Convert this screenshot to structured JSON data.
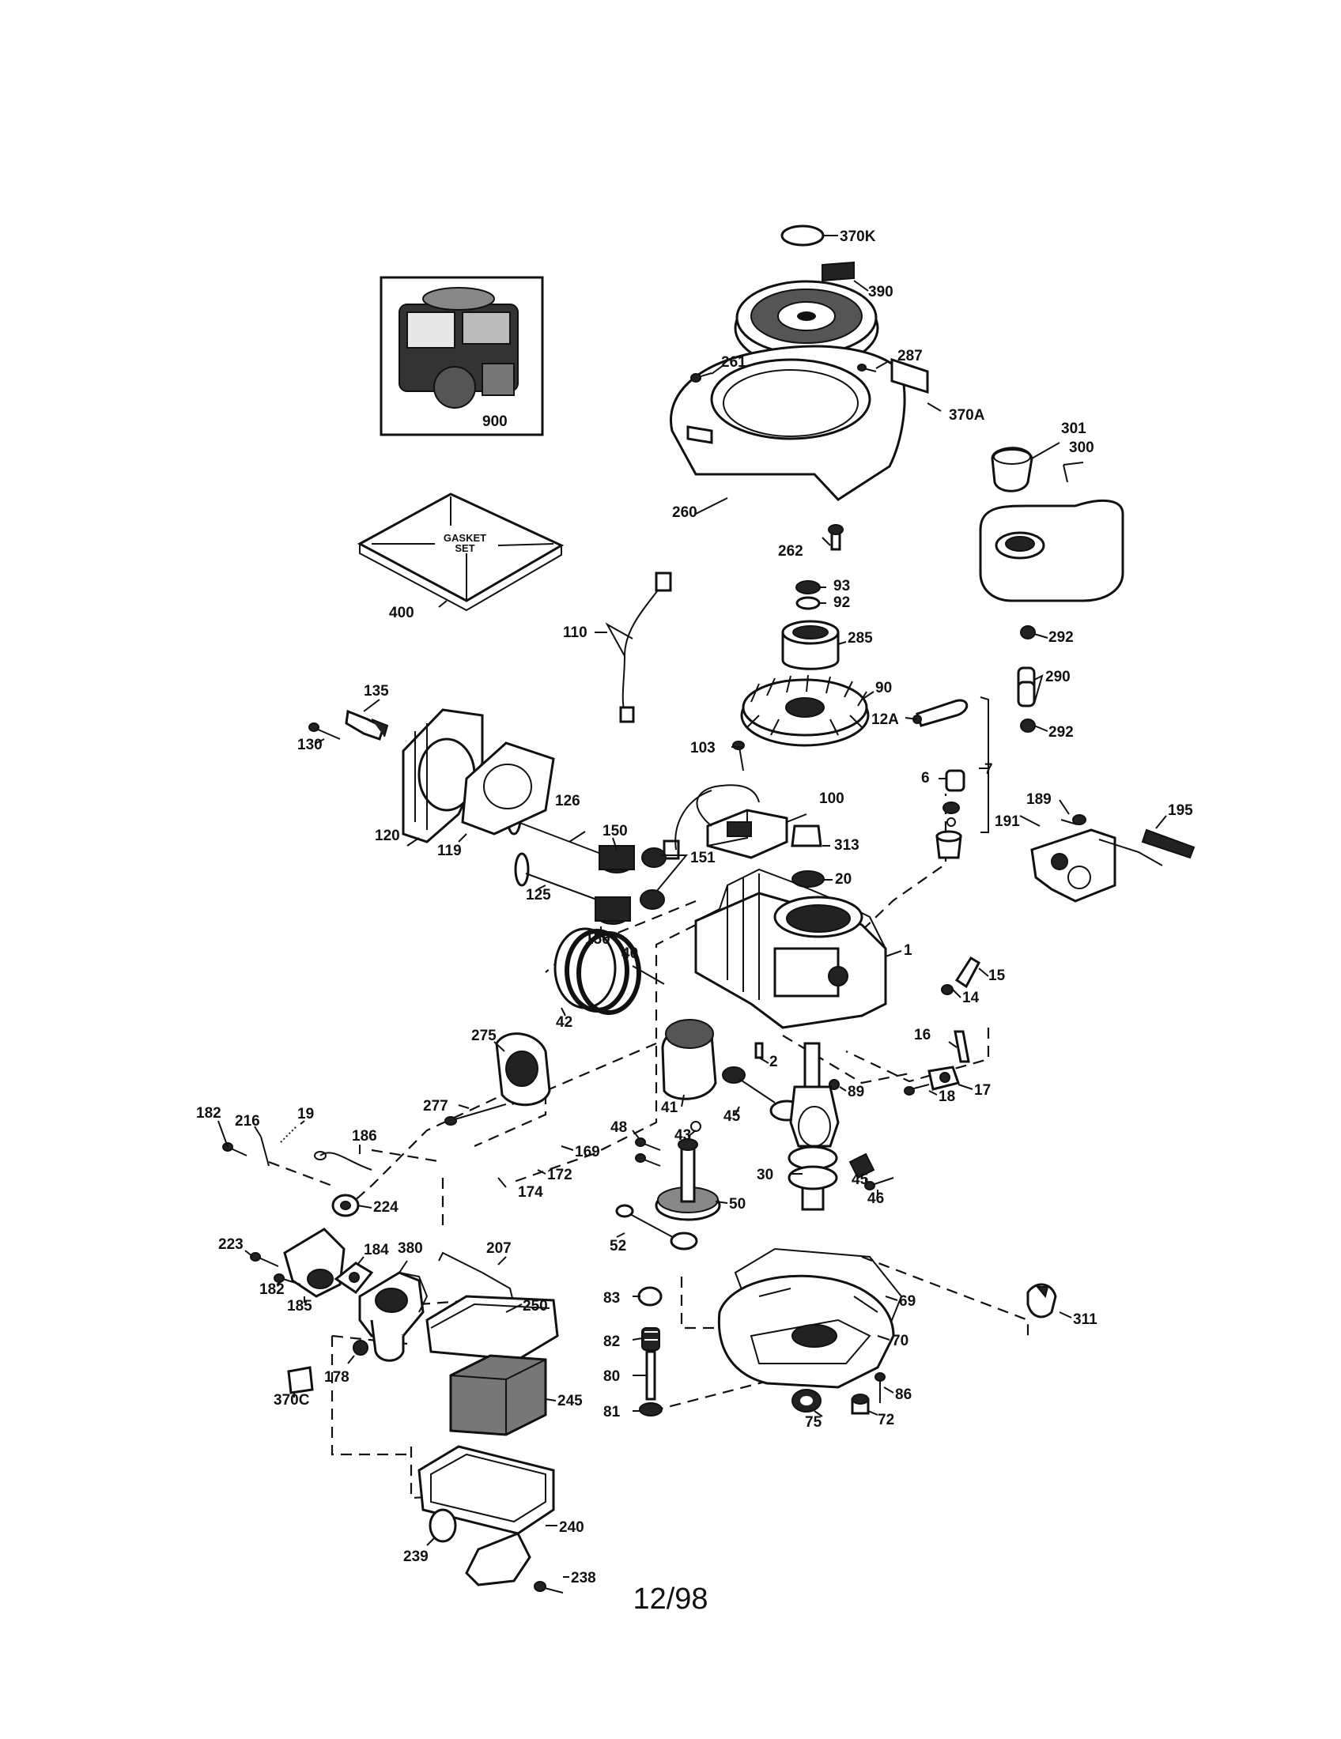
{
  "page": {
    "footer_date": "12/98"
  },
  "gasket_set_label": [
    "GASKET",
    "SET"
  ],
  "parts": [
    {
      "id": "370K"
    },
    {
      "id": "390"
    },
    {
      "id": "261"
    },
    {
      "id": "287"
    },
    {
      "id": "370A"
    },
    {
      "id": "900"
    },
    {
      "id": "301"
    },
    {
      "id": "300"
    },
    {
      "id": "260"
    },
    {
      "id": "262"
    },
    {
      "id": "400"
    },
    {
      "id": "93"
    },
    {
      "id": "92"
    },
    {
      "id": "110"
    },
    {
      "id": "285"
    },
    {
      "id": "292"
    },
    {
      "id": "290"
    },
    {
      "id": "292"
    },
    {
      "id": "135"
    },
    {
      "id": "90"
    },
    {
      "id": "12A"
    },
    {
      "id": "7"
    },
    {
      "id": "130"
    },
    {
      "id": "103"
    },
    {
      "id": "6"
    },
    {
      "id": "189"
    },
    {
      "id": "100"
    },
    {
      "id": "191"
    },
    {
      "id": "195"
    },
    {
      "id": "126"
    },
    {
      "id": "120"
    },
    {
      "id": "119"
    },
    {
      "id": "150"
    },
    {
      "id": "313"
    },
    {
      "id": "151"
    },
    {
      "id": "20"
    },
    {
      "id": "125"
    },
    {
      "id": "150"
    },
    {
      "id": "40"
    },
    {
      "id": "1"
    },
    {
      "id": "15"
    },
    {
      "id": "14"
    },
    {
      "id": "42"
    },
    {
      "id": "275"
    },
    {
      "id": "16"
    },
    {
      "id": "2"
    },
    {
      "id": "277"
    },
    {
      "id": "41"
    },
    {
      "id": "89"
    },
    {
      "id": "17"
    },
    {
      "id": "18"
    },
    {
      "id": "43"
    },
    {
      "id": "45"
    },
    {
      "id": "182"
    },
    {
      "id": "19"
    },
    {
      "id": "216"
    },
    {
      "id": "186"
    },
    {
      "id": "169"
    },
    {
      "id": "48"
    },
    {
      "id": "172"
    },
    {
      "id": "30"
    },
    {
      "id": "45"
    },
    {
      "id": "174"
    },
    {
      "id": "46"
    },
    {
      "id": "224"
    },
    {
      "id": "50"
    },
    {
      "id": "223"
    },
    {
      "id": "184"
    },
    {
      "id": "380"
    },
    {
      "id": "207"
    },
    {
      "id": "52"
    },
    {
      "id": "182"
    },
    {
      "id": "185"
    },
    {
      "id": "250"
    },
    {
      "id": "83"
    },
    {
      "id": "69"
    },
    {
      "id": "311"
    },
    {
      "id": "82"
    },
    {
      "id": "70"
    },
    {
      "id": "80"
    },
    {
      "id": "178"
    },
    {
      "id": "370C"
    },
    {
      "id": "245"
    },
    {
      "id": "86"
    },
    {
      "id": "81"
    },
    {
      "id": "75"
    },
    {
      "id": "72"
    },
    {
      "id": "240"
    },
    {
      "id": "239"
    },
    {
      "id": "238"
    }
  ]
}
